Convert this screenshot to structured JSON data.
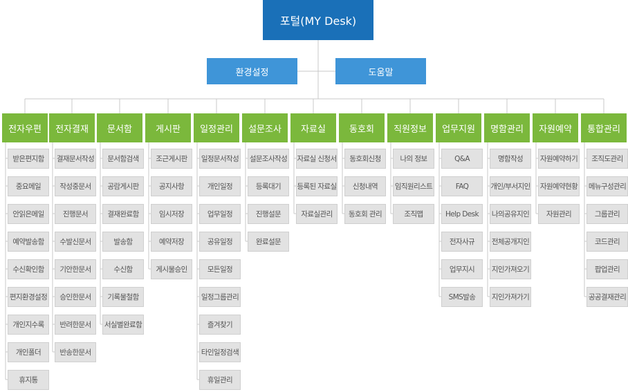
{
  "root": {
    "label": "포털(MY Desk)"
  },
  "level2": [
    {
      "label": "환경설정"
    },
    {
      "label": "도움말"
    }
  ],
  "categories": [
    {
      "label": "전자우편",
      "items": [
        "받은편지함",
        "중요메일",
        "안읽은메일",
        "예약발송함",
        "수신확인함",
        "편지환경설정",
        "개인지수록",
        "개인폴더",
        "휴지통"
      ]
    },
    {
      "label": "전자결재",
      "items": [
        "결재문서작성",
        "작성중문서",
        "진행문서",
        "수발신문서",
        "기안한문서",
        "승인한문서",
        "반려한문서",
        "반송한문서"
      ]
    },
    {
      "label": "문서함",
      "items": [
        "문서함검색",
        "공람게시판",
        "결재완료함",
        "발송함",
        "수신함",
        "기록물철함",
        "서실별완료함"
      ]
    },
    {
      "label": "게시판",
      "items": [
        "조근게시판",
        "공지사항",
        "임시저장",
        "예약저장",
        "게시물승인"
      ]
    },
    {
      "label": "일정관리",
      "items": [
        "일정문서작성",
        "개인일정",
        "업무일정",
        "공유일정",
        "모든일정",
        "일정그룹관리",
        "즐겨찾기",
        "타인일정검색",
        "휴일관리"
      ]
    },
    {
      "label": "설문조사",
      "items": [
        "설문조사작성",
        "등록대기",
        "진행설문",
        "완료설문"
      ]
    },
    {
      "label": "자료실",
      "items": [
        "자료실 신청서",
        "등록된 자료실",
        "자료실관리"
      ]
    },
    {
      "label": "동호회",
      "items": [
        "동호회신청",
        "신청내역",
        "동호회 관리"
      ]
    },
    {
      "label": "직원정보",
      "items": [
        "나의 정보",
        "임직원리스트",
        "조직맵"
      ]
    },
    {
      "label": "업무지원",
      "items": [
        "Q&A",
        "FAQ",
        "Help Desk",
        "전자사규",
        "업무지시",
        "SMS발송"
      ]
    },
    {
      "label": "명함관리",
      "items": [
        "명함작성",
        "개인/부서지인",
        "나의공유지인",
        "전체공개지인",
        "지인가져오기",
        "지인가져가기"
      ]
    },
    {
      "label": "자원예약",
      "items": [
        "자원예약하기",
        "자원예약현황",
        "자원관리"
      ]
    },
    {
      "label": "통합관리",
      "items": [
        "조직도관리",
        "메뉴구성관리",
        "그룹관리",
        "코드관리",
        "팝업관리",
        "공공결재관리"
      ]
    }
  ],
  "colors": {
    "root": "#1a70b8",
    "level2": "#3f95d8",
    "category": "#7bb83c",
    "item_bg": "#e2e2e2",
    "item_border": "#cfcfcf",
    "line": "#c8c8c8"
  }
}
